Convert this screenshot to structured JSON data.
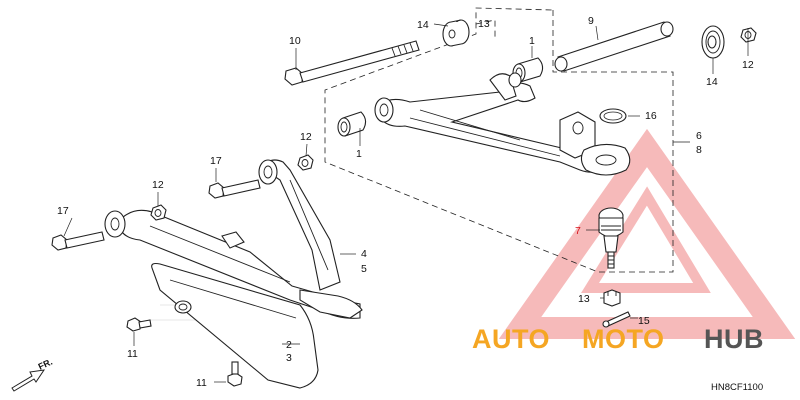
{
  "diagram": {
    "code": "HN8CF1100",
    "direction_marker": "FR.",
    "watermark": {
      "word_auto": "AUTO",
      "word_moto": "MOTO",
      "word_hub": "HUB",
      "colors": {
        "orange": "#f5a623",
        "red": "#e8261f",
        "gray": "#555555",
        "pink": "#f3a3a3"
      }
    },
    "callouts": [
      {
        "id": "c14a",
        "label": "14"
      },
      {
        "id": "c9",
        "label": "9"
      },
      {
        "id": "c13",
        "label": "13"
      },
      {
        "id": "c10",
        "label": "10"
      },
      {
        "id": "c1a",
        "label": "1"
      },
      {
        "id": "c14b",
        "label": "14"
      },
      {
        "id": "c12a",
        "label": "12"
      },
      {
        "id": "c16",
        "label": "16"
      },
      {
        "id": "c12b",
        "label": "12"
      },
      {
        "id": "c6",
        "label": "6"
      },
      {
        "id": "c8",
        "label": "8"
      },
      {
        "id": "c1b",
        "label": "1"
      },
      {
        "id": "c17a",
        "label": "17"
      },
      {
        "id": "c12c",
        "label": "12"
      },
      {
        "id": "c7",
        "label": "7"
      },
      {
        "id": "c17b",
        "label": "17"
      },
      {
        "id": "c4",
        "label": "4"
      },
      {
        "id": "c5",
        "label": "5"
      },
      {
        "id": "c13b",
        "label": "13"
      },
      {
        "id": "c15",
        "label": "15"
      },
      {
        "id": "c11a",
        "label": "11"
      },
      {
        "id": "c2",
        "label": "2"
      },
      {
        "id": "c3",
        "label": "3"
      },
      {
        "id": "c11b",
        "label": "11"
      }
    ]
  }
}
